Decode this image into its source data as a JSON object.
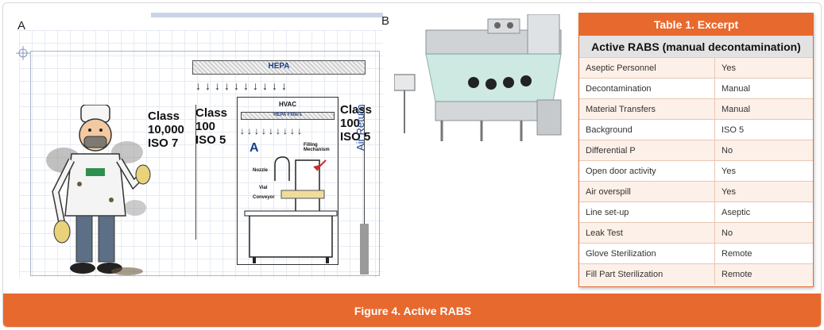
{
  "panel_a": {
    "letter": "A",
    "class_left": {
      "line1": "Class",
      "line2": "10,000",
      "line3": "ISO 7"
    },
    "class_mid": {
      "line1": "Class",
      "line2": "100",
      "line3": "ISO 5"
    },
    "class_right": {
      "line1": "Class",
      "line2": "100",
      "line3": "ISO 5"
    },
    "hepa": "HEPA",
    "hvac": "HVAC",
    "hepa_filters": "HEPA Filters",
    "zone_mark": "A",
    "filling_label": "Filling Mechanism",
    "nozzle_label": "Nozzle",
    "vial_label": "Vial",
    "conveyor_label": "Conveyor",
    "air_return": "Air Return",
    "arrows_top": "↓↓↓↓↓↓↓↓↓↓",
    "arrows_inner": "↓↓↓↓↓↓↓↓↓"
  },
  "panel_b": {
    "letter": "B"
  },
  "table": {
    "title": "Table 1. Excerpt",
    "subtitle": "Active RABS (manual decontamination)",
    "rows": [
      {
        "label": "Aseptic Personnel",
        "value": "Yes"
      },
      {
        "label": "Decontamination",
        "value": "Manual"
      },
      {
        "label": "Material Transfers",
        "value": "Manual"
      },
      {
        "label": "Background",
        "value": "ISO 5"
      },
      {
        "label": "Differential P",
        "value": "No"
      },
      {
        "label": "Open door activity",
        "value": "Yes"
      },
      {
        "label": "Air overspill",
        "value": "Yes"
      },
      {
        "label": "Line set-up",
        "value": "Aseptic"
      },
      {
        "label": "Leak Test",
        "value": "No"
      },
      {
        "label": "Glove Sterilization",
        "value": "Remote"
      },
      {
        "label": "Fill Part Sterilization",
        "value": "Remote"
      }
    ]
  },
  "caption": "Figure 4. Active RABS",
  "colors": {
    "accent": "#e8692e",
    "row_tint": "#fdf0e8",
    "header_gray": "#e2e2e2"
  }
}
